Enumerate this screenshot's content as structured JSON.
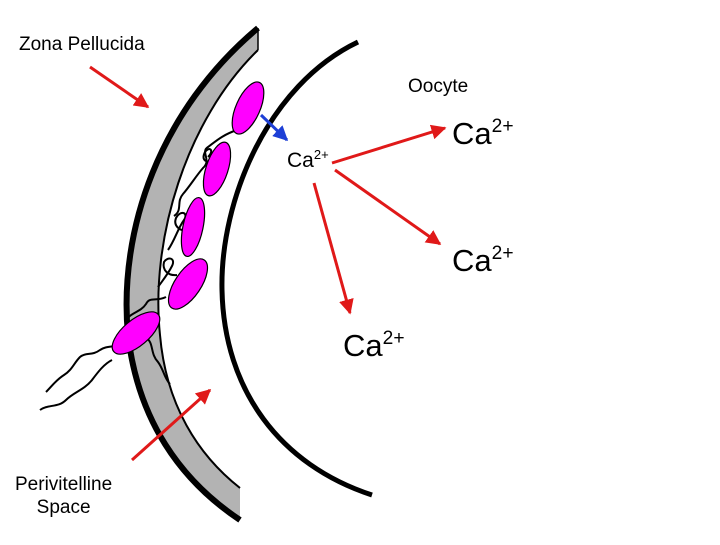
{
  "labels": {
    "zona_pellucida": "Zona Pellucida",
    "oocyte": "Oocyte",
    "perivitelline_line1": "Perivitelline",
    "perivitelline_line2": "Space",
    "ca_base": "Ca",
    "ca_charge": "2+"
  },
  "colors": {
    "zona_fill": "#b3b3b3",
    "outline": "#000000",
    "sperm_head": "#ff00ff",
    "arrow_red": "#e01919",
    "arrow_blue": "#1d3fd6"
  }
}
